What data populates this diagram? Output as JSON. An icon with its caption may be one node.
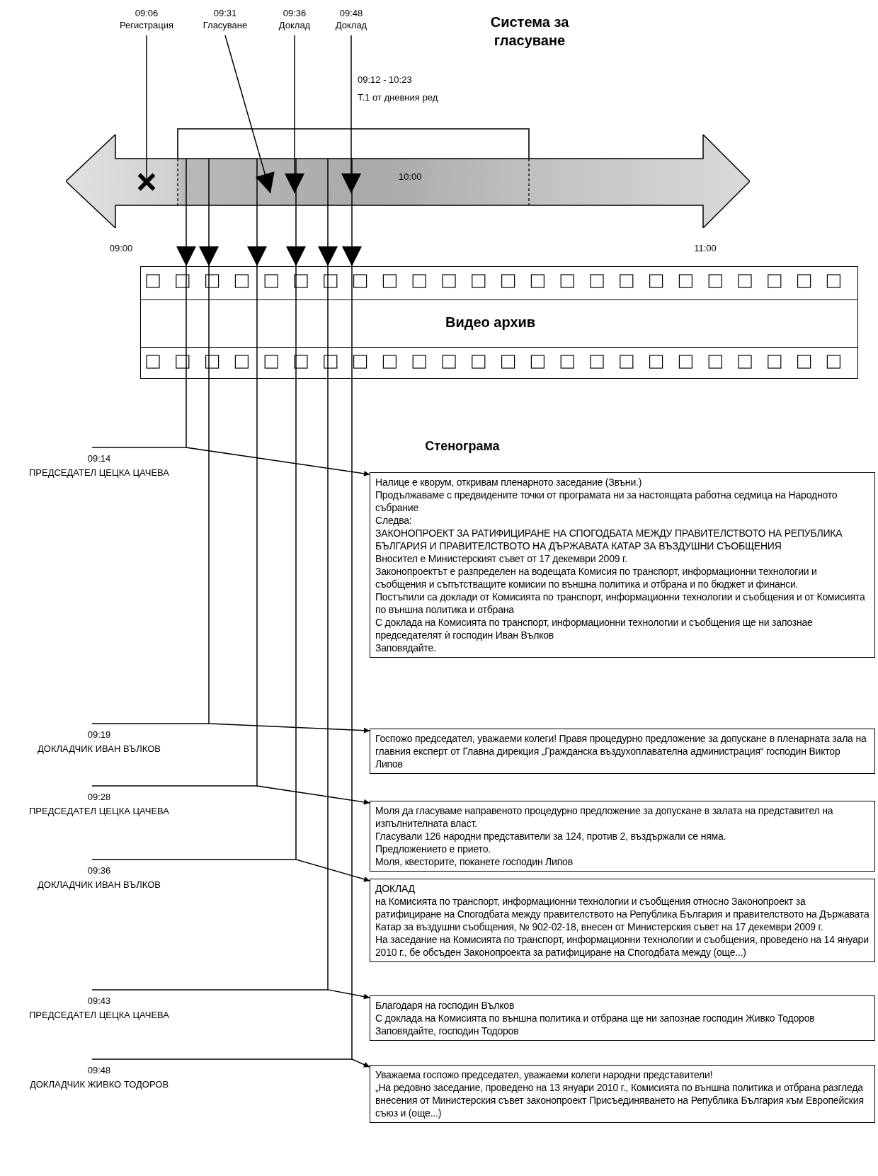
{
  "diagram": {
    "title": "Система за гласуване",
    "nodes": [
      {
        "text": [
          "10:00"
        ]
      },
      {
        "text": [
          "09:06",
          "Регистрация"
        ]
      },
      {
        "text": [
          "09:31",
          "Гласуване"
        ]
      },
      {
        "text": [
          "09:36",
          "Доклад"
        ]
      },
      {
        "text": [
          "09:48",
          "Доклад"
        ]
      },
      {
        "text": [
          "Видео архив"
        ]
      },
      {
        "text": [
          "Налице е кворум, откривам пленарното заседание (Звъни.)",
          "Продължаваме с предвидените точки от програмата ни за настоящата работна седмица на Народното събрание",
          "Следва:",
          "ЗАКОНОПРОЕКТ ЗА РАТИФИЦИРАНЕ НА СПОГОДБАТА МЕЖДУ ПРАВИТЕЛСТВОТО НА РЕПУБЛИКА БЪЛГАРИЯ И ПРАВИТЕЛСТВОТО НА ДЪРЖАВАТА КАТАР ЗА ВЪЗДУШНИ СЪОБЩЕНИЯ",
          "Вносител е Министерският съвет от 17 декември 2009 г.",
          "Законопроектът е разпределен на водещата Комисия по транспорт, информационни технологии и съобщения и съпътстващите комисии по външна политика и отбрана и по бюджет и финанси.",
          "Постъпили са доклади от Комисията по транспорт, информационни технологии и съобщения и от Комисията по външна политика и отбрана",
          "С доклада на Комисията по транспорт, информационни технологии и съобщения ще ни запознае председателят ѝ господин Иван Вълков",
          "Заповядайте."
        ],
        "beside": [
          "09:14",
          "ПРЕДСЕДАТЕЛ ЦЕЦКА ЦАЧЕВА"
        ]
      },
      {
        "text": [
          "Госпожо председател, уважаеми колеги! Правя процедурно предложение за допускане в пленарната зала на главния експерт от Главна дирекция „Гражданска въздухоплавателна администрация“ господин Виктор Липов"
        ],
        "beside": [
          "09:19",
          "ДОКЛАДЧИК ИВАН ВЪЛКОВ"
        ]
      },
      {
        "text": [
          "Моля да гласуваме направеното процедурно предложение за допускане в залата на представител на изпълнителната власт.",
          "Гласували 126 народни представители за 124, против 2, въздържали се няма.",
          "Предложението е прието.",
          "Моля, квесторите, поканете господин Липов"
        ],
        "beside": [
          "09:28",
          "ПРЕДСЕДАТЕЛ ЦЕЦКА ЦАЧЕВА"
        ]
      },
      {
        "text": [
          "ДОКЛАД",
          "на Комисията по транспорт, информационни технологии и съобщения относно Законопроект за ратифициране на Спогодбата между правителството на Република България и правителството на Държавата Катар за въздушни съобщения, № 902-02-18, внесен от Министерския съвет на 17 декември 2009 г.",
          "На заседание на Комисията по транспорт, информационни технологии и съобщения, проведено на 14 януари 2010 г., бе обсъден Законопроекта за ратифициране на Спогодбата между (още...)"
        ],
        "beside": [
          "09:36",
          "ДОКЛАДЧИК ИВАН ВЪЛКОВ"
        ]
      },
      {
        "text": [
          "Благодаря на господин Вълков",
          "С доклада на Комисията по външна политика и отбрана ще ни запознае господин Живко Тодоров",
          "Заповядайте, господин Тодоров"
        ],
        "beside": [
          "09:43",
          "ПРЕДСЕДАТЕЛ ЦЕЦКА ЦАЧЕВА"
        ]
      },
      {
        "text": [
          "Уважаема госпожо председател, уважаеми колеги народни представители!",
          "„На редовно заседание, проведено на 13 януари 2010 г., Комисията по външна политика и отбрана разгледа внесения от Министерския съвет законопроект Присъединяването на Република България към Европейския съюз и (още...)"
        ],
        "beside": [
          "09:48",
          "ДОКЛАДЧИК ЖИВКО ТОДОРОВ"
        ]
      }
    ],
    "edges": [
      {
        "from": 1,
        "to": 0,
        "arrow": "other"
      },
      {
        "from": 2,
        "to": 0,
        "arrow": "to"
      },
      {
        "from": 3,
        "to": 0,
        "arrow": "to"
      },
      {
        "from": 4,
        "to": 0,
        "arrow": "to"
      },
      {
        "from": 0,
        "to": 5,
        "arrow": "to"
      },
      {
        "from": 0,
        "to": 5,
        "arrow": "to"
      },
      {
        "from": 0,
        "to": 5,
        "arrow": "to"
      },
      {
        "from": 0,
        "to": 5,
        "arrow": "to"
      },
      {
        "from": 0,
        "to": 5,
        "arrow": "to"
      },
      {
        "from": 0,
        "to": 5,
        "arrow": "to"
      },
      {
        "from": 5,
        "to": 6,
        "arrow": "to"
      },
      {
        "from": 5,
        "to": 7,
        "arrow": "to"
      },
      {
        "from": 5,
        "to": 8,
        "arrow": "to"
      },
      {
        "from": 5,
        "to": 9,
        "arrow": "to"
      },
      {
        "from": 5,
        "to": 10,
        "arrow": "to"
      },
      {
        "from": 5,
        "to": 11,
        "arrow": "to"
      }
    ],
    "labels": [
      "09:12 - 10:23",
      "Т.1 от дневния ред",
      "09:00",
      "11:00",
      "Стенограма"
    ]
  }
}
